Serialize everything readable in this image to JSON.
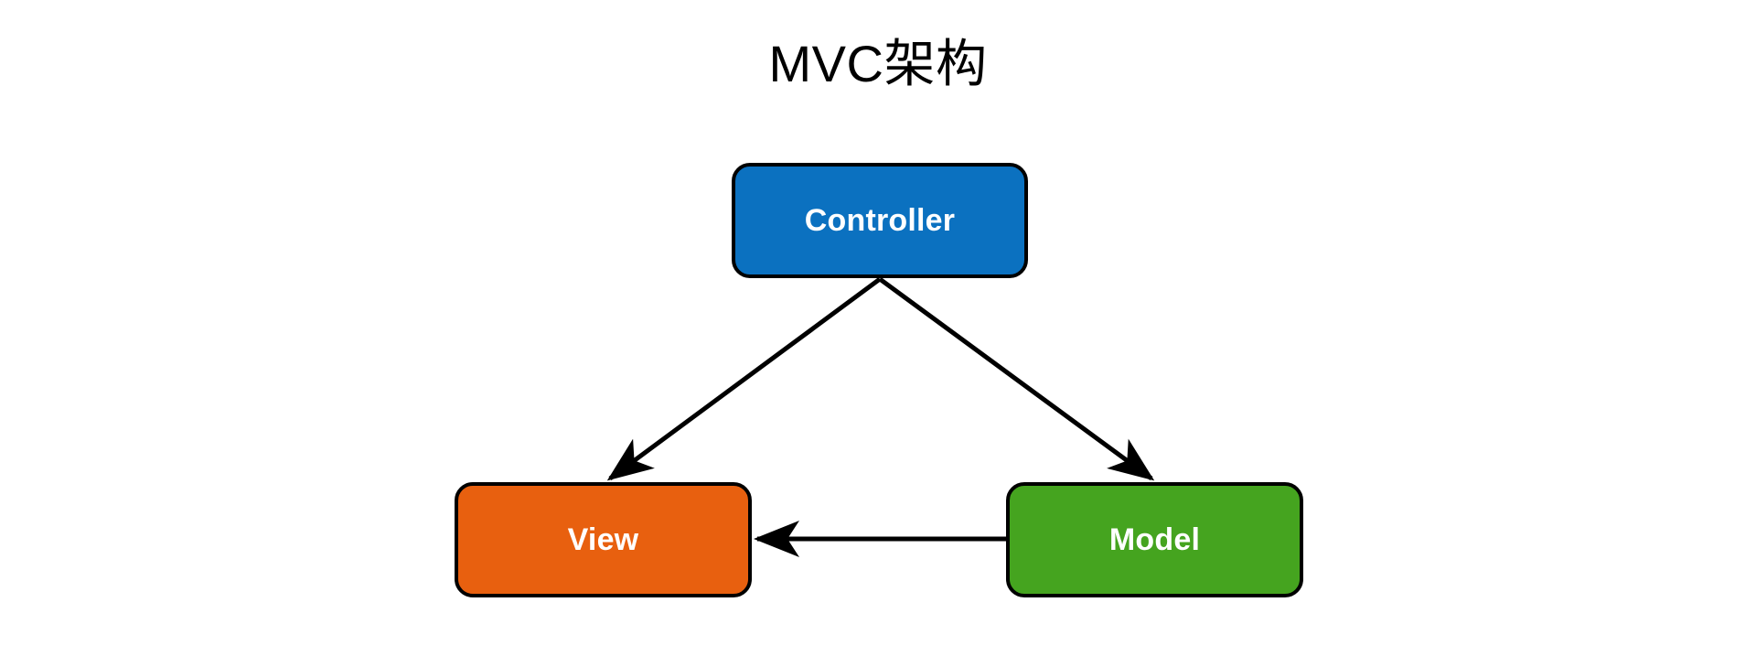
{
  "diagram": {
    "title": "MVC架构",
    "background_color": "#ffffff",
    "edge_color": "#000000",
    "nodes": [
      {
        "id": "controller",
        "label": "Controller",
        "fill": "#0B71C0",
        "border": "#000000",
        "text_color": "#ffffff"
      },
      {
        "id": "view",
        "label": "View",
        "fill": "#E8600F",
        "border": "#000000",
        "text_color": "#ffffff"
      },
      {
        "id": "model",
        "label": "Model",
        "fill": "#45A41F",
        "border": "#000000",
        "text_color": "#ffffff"
      }
    ],
    "edges": [
      {
        "id": "controller-to-view",
        "from": "controller",
        "to": "view",
        "label": "",
        "arrowhead": "to"
      },
      {
        "id": "controller-to-model",
        "from": "controller",
        "to": "model",
        "label": "",
        "arrowhead": "to"
      },
      {
        "id": "model-to-view",
        "from": "model",
        "to": "view",
        "label": "",
        "arrowhead": "to"
      }
    ]
  }
}
